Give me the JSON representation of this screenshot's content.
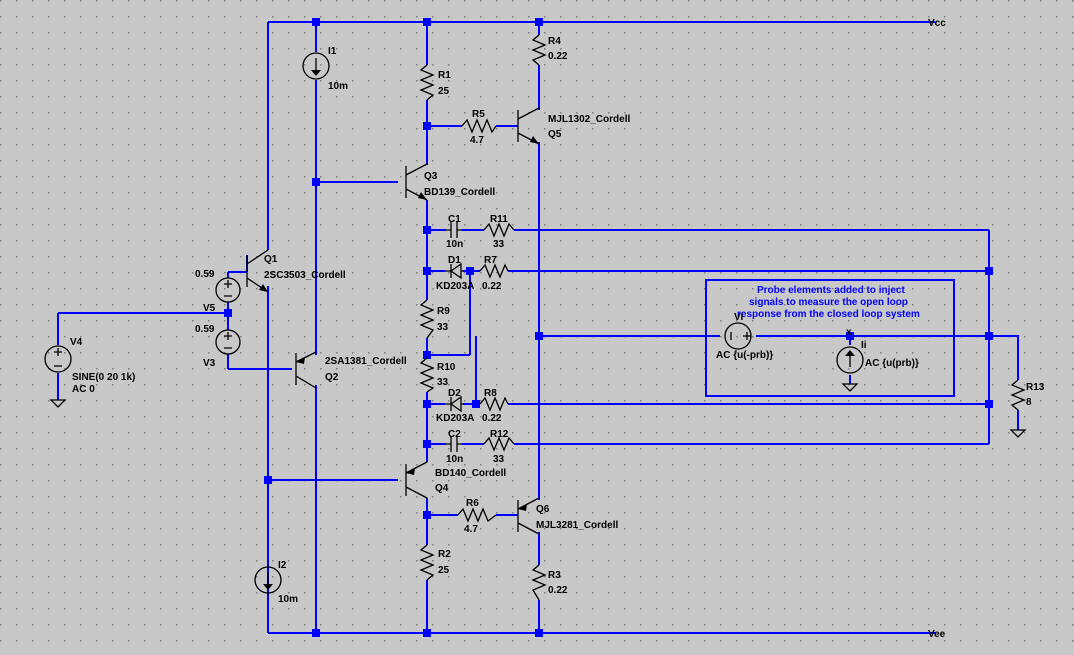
{
  "nets": {
    "vcc": "Vcc",
    "vee": "Vee"
  },
  "colors": {
    "background": "#c8c8c8",
    "wire": "#0000ff",
    "component": "#000000",
    "note": "#0000ff"
  },
  "note": [
    "Probe elements added to  inject",
    "signals to measure the open loop",
    "response from the closed loop system"
  ],
  "components": {
    "i1": {
      "name": "I1",
      "value": "10m"
    },
    "i2": {
      "name": "I2",
      "value": "10m"
    },
    "r1": {
      "name": "R1",
      "value": "25"
    },
    "r2": {
      "name": "R2",
      "value": "25"
    },
    "r3": {
      "name": "R3",
      "value": "0.22"
    },
    "r4": {
      "name": "R4",
      "value": "0.22"
    },
    "r5": {
      "name": "R5",
      "value": "4.7"
    },
    "r6": {
      "name": "R6",
      "value": "4.7"
    },
    "r7": {
      "name": "R7",
      "value": "0.22"
    },
    "r8": {
      "name": "R8",
      "value": "0.22"
    },
    "r9": {
      "name": "R9",
      "value": "33"
    },
    "r10": {
      "name": "R10",
      "value": "33"
    },
    "r11": {
      "name": "R11",
      "value": "33"
    },
    "r12": {
      "name": "R12",
      "value": "33"
    },
    "r13": {
      "name": "R13",
      "value": "8"
    },
    "c1": {
      "name": "C1",
      "value": "10n"
    },
    "c2": {
      "name": "C2",
      "value": "10n"
    },
    "d1": {
      "name": "D1",
      "value": "KD203A"
    },
    "d2": {
      "name": "D2",
      "value": "KD203A"
    },
    "q1": {
      "name": "Q1",
      "value": "2SC3503_Cordell"
    },
    "q2": {
      "name": "Q2",
      "value": "2SA1381_Cordell"
    },
    "q3": {
      "name": "Q3",
      "value": "BD139_Cordell"
    },
    "q4": {
      "name": "Q4",
      "value": "BD140_Cordell"
    },
    "q5": {
      "name": "Q5",
      "value": "MJL1302_Cordell"
    },
    "q6": {
      "name": "Q6",
      "value": "MJL3281_Cordell"
    },
    "v3": {
      "name": "V3",
      "value": "0.59"
    },
    "v5": {
      "name": "V5",
      "value": "0.59"
    },
    "v4": {
      "name": "V4",
      "value": "SINE(0 20 1k)",
      "value2": "AC 0"
    },
    "vi": {
      "name": "Vi",
      "value": "AC {u(-prb)}"
    },
    "ii": {
      "name": "Ii",
      "value": "AC {u(prb)}"
    }
  },
  "probe_marker": "x"
}
